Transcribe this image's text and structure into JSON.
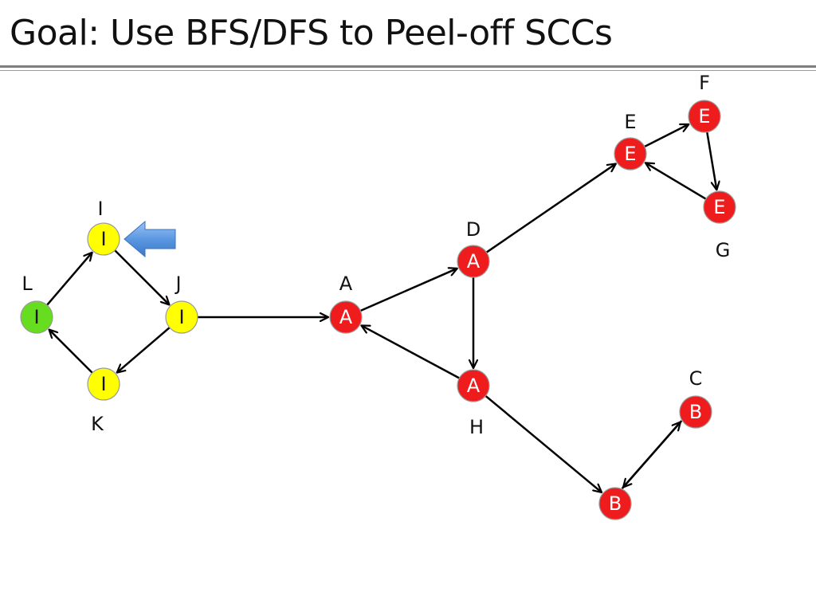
{
  "title": "Goal: Use BFS/DFS to Peel-off SCCs",
  "colors": {
    "red": "#ee1c1c",
    "yellow": "#ffff00",
    "green": "#66dd1e",
    "node_stroke": "#9a9a9a",
    "edge": "#000000",
    "pointer": "#4f8fe0"
  },
  "nodes": [
    {
      "id": "I",
      "name": "I",
      "label": "I",
      "color": "yellow"
    },
    {
      "id": "J",
      "name": "J",
      "label": "I",
      "color": "yellow"
    },
    {
      "id": "K",
      "name": "K",
      "label": "I",
      "color": "yellow"
    },
    {
      "id": "L",
      "name": "L",
      "label": "I",
      "color": "green"
    },
    {
      "id": "A",
      "name": "A",
      "label": "A",
      "color": "red"
    },
    {
      "id": "D",
      "name": "D",
      "label": "A",
      "color": "red"
    },
    {
      "id": "H",
      "name": "H",
      "label": "A",
      "color": "red"
    },
    {
      "id": "E",
      "name": "E",
      "label": "E",
      "color": "red"
    },
    {
      "id": "F",
      "name": "F",
      "label": "E",
      "color": "red"
    },
    {
      "id": "G",
      "name": "G",
      "label": "E",
      "color": "red"
    },
    {
      "id": "C",
      "name": "C",
      "label": "B",
      "color": "red"
    },
    {
      "id": "B",
      "name": "",
      "label": "B",
      "color": "red"
    }
  ],
  "edges": [
    {
      "from": "L",
      "to": "I"
    },
    {
      "from": "I",
      "to": "J"
    },
    {
      "from": "J",
      "to": "K"
    },
    {
      "from": "K",
      "to": "L"
    },
    {
      "from": "J",
      "to": "A"
    },
    {
      "from": "A",
      "to": "D"
    },
    {
      "from": "D",
      "to": "H"
    },
    {
      "from": "H",
      "to": "A"
    },
    {
      "from": "D",
      "to": "E"
    },
    {
      "from": "E",
      "to": "F"
    },
    {
      "from": "F",
      "to": "G"
    },
    {
      "from": "G",
      "to": "E"
    },
    {
      "from": "H",
      "to": "B"
    },
    {
      "from": "B",
      "to": "C"
    },
    {
      "from": "C",
      "to": "B"
    }
  ],
  "pointer": {
    "target": "I",
    "icon": "left-arrow-icon"
  }
}
